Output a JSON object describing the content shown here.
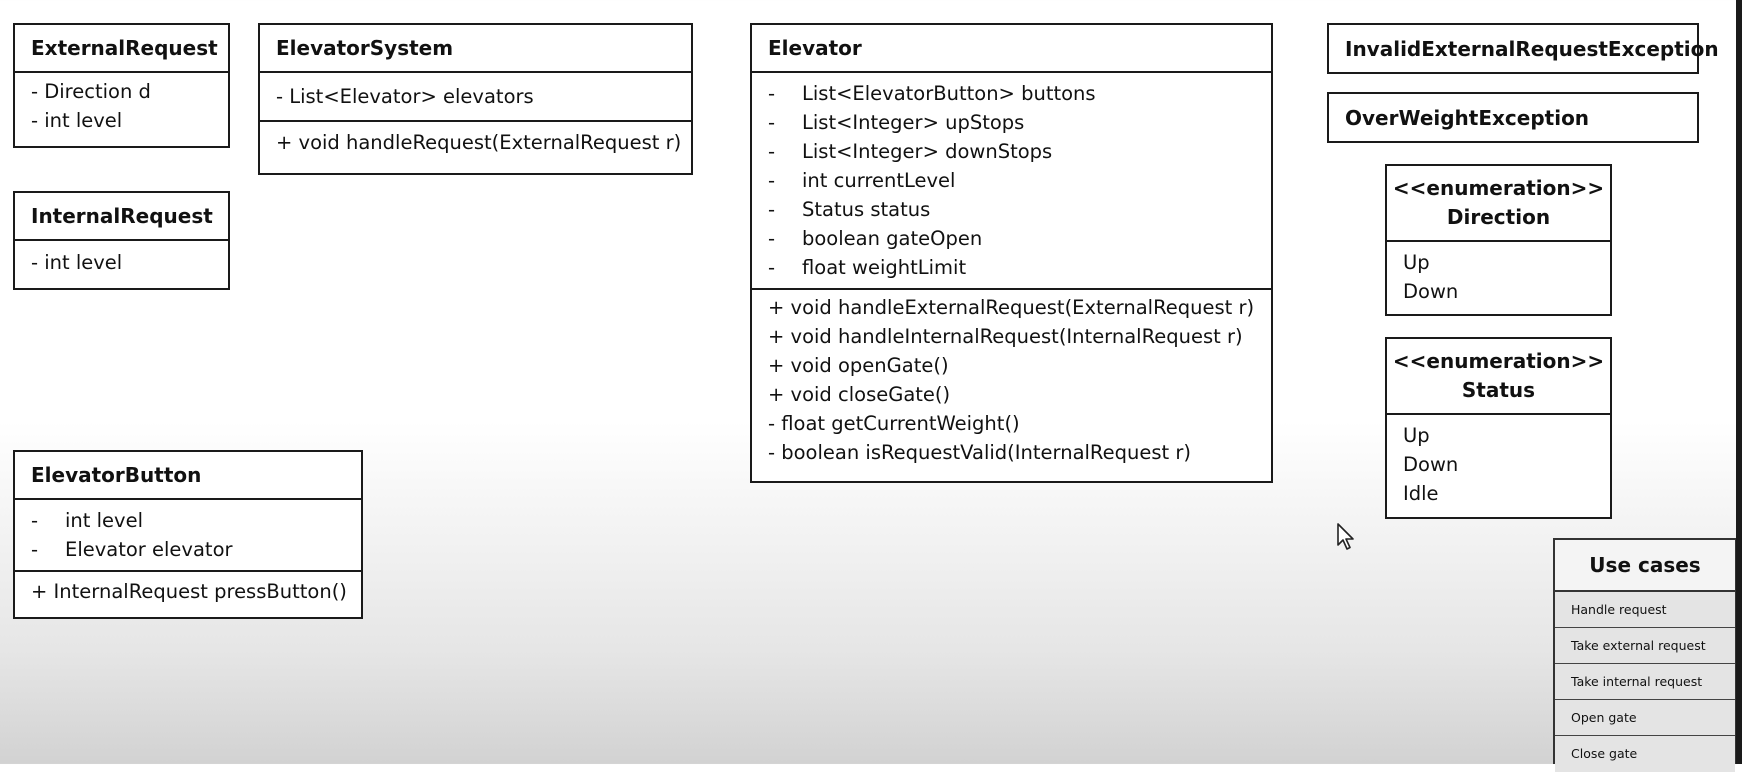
{
  "classes": {
    "external_request": {
      "name": "ExternalRequest",
      "attributes": [
        "- Direction d",
        "- int level"
      ]
    },
    "internal_request": {
      "name": "InternalRequest",
      "attributes": [
        "- int level"
      ]
    },
    "elevator_button": {
      "name": "ElevatorButton",
      "attributes": [
        {
          "vis": "-",
          "text": "int level"
        },
        {
          "vis": "-",
          "text": "Elevator elevator"
        }
      ],
      "methods": [
        "+ InternalRequest pressButton()"
      ]
    },
    "elevator_system": {
      "name": "ElevatorSystem",
      "attributes": [
        "- List<Elevator> elevators"
      ],
      "methods": [
        "+ void handleRequest(ExternalRequest r)"
      ]
    },
    "elevator": {
      "name": "Elevator",
      "attributes": [
        {
          "vis": "-",
          "text": "List<ElevatorButton> buttons"
        },
        {
          "vis": "-",
          "text": "List<Integer> upStops"
        },
        {
          "vis": "-",
          "text": "List<Integer> downStops"
        },
        {
          "vis": "-",
          "text": "int currentLevel"
        },
        {
          "vis": "-",
          "text": "Status status"
        },
        {
          "vis": "-",
          "text": "boolean gateOpen"
        },
        {
          "vis": "-",
          "text": "float weightLimit"
        }
      ],
      "methods": [
        "+ void handleExternalRequest(ExternalRequest r)",
        "+ void handleInternalRequest(InternalRequest r)",
        "+ void openGate()",
        "+ void closeGate()",
        "- float getCurrentWeight()",
        "- boolean isRequestValid(InternalRequest r)"
      ]
    },
    "invalid_exception": {
      "name": "InvalidExternalRequestException"
    },
    "overweight_exception": {
      "name": "OverWeightException"
    },
    "direction_enum": {
      "stereotype": "<<enumeration>>",
      "name": "Direction",
      "values": [
        "Up",
        "Down"
      ]
    },
    "status_enum": {
      "stereotype": "<<enumeration>>",
      "name": "Status",
      "values": [
        "Up",
        "Down",
        "Idle"
      ]
    }
  },
  "use_cases": {
    "title": "Use cases",
    "items": [
      "Handle request",
      "Take external request",
      "Take internal request",
      "Open gate",
      "Close gate"
    ]
  }
}
